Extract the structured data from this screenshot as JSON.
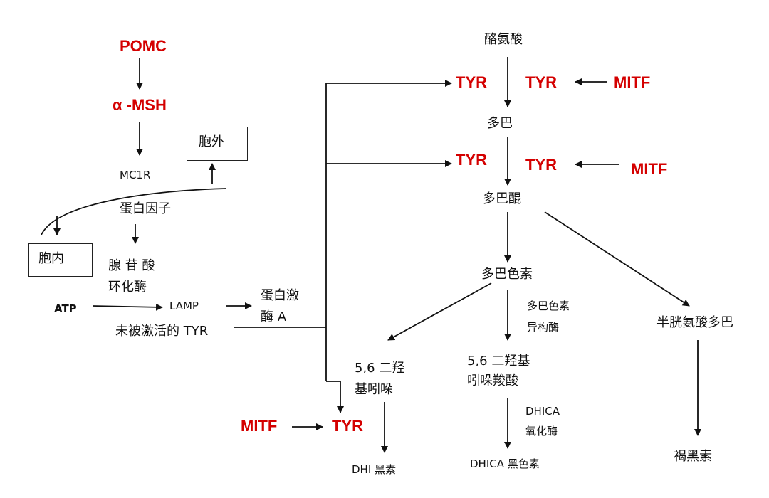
{
  "colors": {
    "highlight": "#d40000",
    "text": "#111111",
    "line": "#111111"
  },
  "nodes": {
    "pomc": "POMC",
    "alpha_msh": "α -MSH",
    "mc1r": "MC1R",
    "extracellular": "胞外",
    "intracellular": "胞内",
    "protein_factor": "蛋白因子",
    "adenylate_cyclase_line1": "腺 苷 酸",
    "adenylate_cyclase_line2": "环化酶",
    "atp": "ATP",
    "camp": "LAMP",
    "protein_kinase_line1": "蛋白激",
    "protein_kinase_line2": "酶 A",
    "inactive_tyr": "未被激活的 TYR",
    "tyrosine": "酪氨酸",
    "dopa": "多巴",
    "dopaquinone": "多巴醌",
    "dopachrome": "多巴色素",
    "dopachrome_isomerase_line1": "多巴色素",
    "dopachrome_isomerase_line2": "异构酶",
    "cysteinyldopa": "半胱氨酸多巴",
    "dhi_line1": "5,6 二羟",
    "dhi_line2": "基吲哚",
    "dhica_line1": "5,6 二羟基",
    "dhica_line2": "吲哚羧酸",
    "dhica_oxidase_line1": "DHICA",
    "dhica_oxidase_line2": "氧化酶",
    "dhi_melanin": "DHI 黑素",
    "dhica_melanin": "DHICA 黑色素",
    "pheomelanin": "褐黑素",
    "tyr": "TYR",
    "mitf": "MITF"
  }
}
